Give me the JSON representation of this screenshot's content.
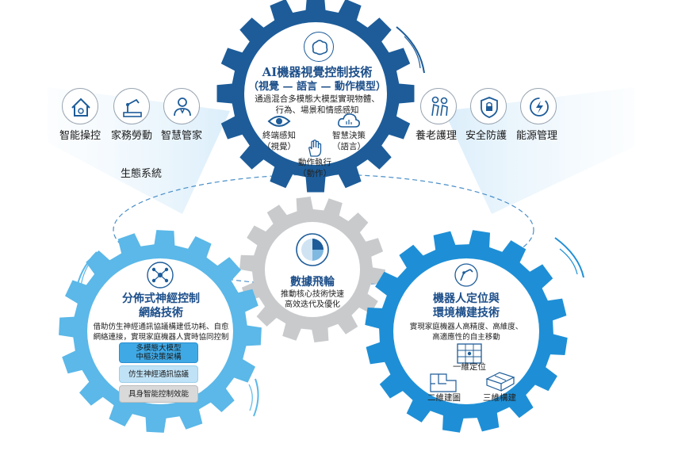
{
  "ecosystem_label": "生態系統",
  "left_scenarios": [
    {
      "label": "智能操控",
      "icon": "smart-home-icon"
    },
    {
      "label": "家務勞動",
      "icon": "robot-arm-icon"
    },
    {
      "label": "智慧管家",
      "icon": "butler-icon"
    }
  ],
  "right_scenarios": [
    {
      "label": "養老護理",
      "icon": "elder-care-icon"
    },
    {
      "label": "安全防護",
      "icon": "security-shield-icon"
    },
    {
      "label": "能源管理",
      "icon": "energy-icon"
    }
  ],
  "top_gear": {
    "title_line1": "AI機器視覺控制技術",
    "title_line2": "（視覺 — 語言 — 動作模型）",
    "desc_line1": "通過混合多模態大模型實現物體、",
    "desc_line2": "行為、場景和情感感知",
    "perception_line1": "終端感知",
    "perception_line2": "（視覺）",
    "decision_line1": "智慧決策",
    "decision_line2": "（語言）",
    "action_line1": "動作執行",
    "action_line2": "（動作）",
    "color": "#1d5c99"
  },
  "center_gear": {
    "title": "數據飛輪",
    "desc_line1": "推動核心技術快速",
    "desc_line2": "高效迭代及優化",
    "color": "#c8cacc"
  },
  "left_gear": {
    "title_line1": "分佈式神經控制",
    "title_line2": "網絡技術",
    "desc_line1": "借助仿生神經通訊協議構建低功耗、自愈",
    "desc_line2": "網絡連接，實現家庭機器人實時協同控制",
    "layer1_line1": "多模態大模型",
    "layer1_line2": "中樞決策架構",
    "layer2": "仿生神經通訊協議",
    "layer3": "具身智能控制效能",
    "color": "#5bb8e8"
  },
  "right_gear": {
    "title_line1": "機器人定位與",
    "title_line2": "環境構建技術",
    "desc_line1": "實現家庭機器人高精度、高維度、",
    "desc_line2": "高適應性的自主移動",
    "map1d": "一維定位",
    "map2d": "二維建圖",
    "map3d": "三維構建",
    "color": "#1e8fd6"
  }
}
